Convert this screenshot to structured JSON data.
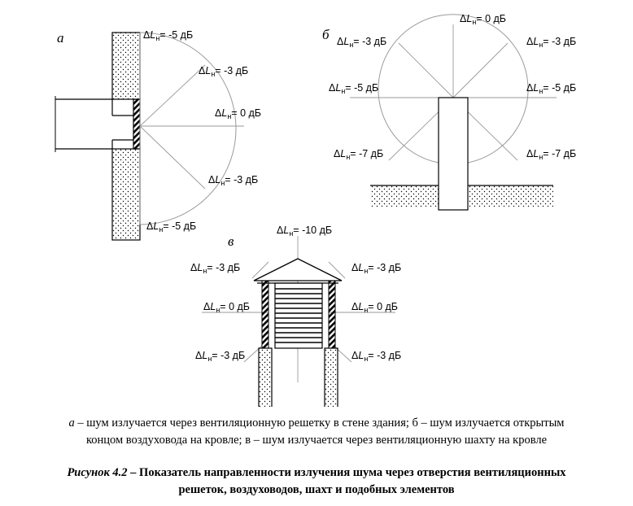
{
  "panels": {
    "a": {
      "letter": "а",
      "labels": [
        {
          "delta": "Δ",
          "L": "L",
          "sub": "н",
          "value": "= -5 дБ"
        },
        {
          "delta": "Δ",
          "L": "L",
          "sub": "н",
          "value": "= -3 дБ"
        },
        {
          "delta": "Δ",
          "L": "L",
          "sub": "н",
          "value": "= 0 дБ"
        },
        {
          "delta": "Δ",
          "L": "L",
          "sub": "н",
          "value": "= -3 дБ"
        },
        {
          "delta": "Δ",
          "L": "L",
          "sub": "н",
          "value": "= -5 дБ"
        }
      ]
    },
    "b": {
      "letter": "б",
      "labels": [
        {
          "delta": "Δ",
          "L": "L",
          "sub": "н",
          "value": "= 0 дБ"
        },
        {
          "delta": "Δ",
          "L": "L",
          "sub": "н",
          "value": "= -3 дБ"
        },
        {
          "delta": "Δ",
          "L": "L",
          "sub": "н",
          "value": "= -3 дБ"
        },
        {
          "delta": "Δ",
          "L": "L",
          "sub": "н",
          "value": "= -5 дБ"
        },
        {
          "delta": "Δ",
          "L": "L",
          "sub": "н",
          "value": "= -5 дБ"
        },
        {
          "delta": "Δ",
          "L": "L",
          "sub": "н",
          "value": "= -7 дБ"
        },
        {
          "delta": "Δ",
          "L": "L",
          "sub": "н",
          "value": "= -7 дБ"
        }
      ]
    },
    "v": {
      "letter": "в",
      "labels": [
        {
          "delta": "Δ",
          "L": "L",
          "sub": "н",
          "value": "= -10 дБ"
        },
        {
          "delta": "Δ",
          "L": "L",
          "sub": "н",
          "value": "= -3 дБ"
        },
        {
          "delta": "Δ",
          "L": "L",
          "sub": "н",
          "value": "= -3 дБ"
        },
        {
          "delta": "Δ",
          "L": "L",
          "sub": "н",
          "value": "= 0 дБ"
        },
        {
          "delta": "Δ",
          "L": "L",
          "sub": "н",
          "value": "= 0 дБ"
        },
        {
          "delta": "Δ",
          "L": "L",
          "sub": "н",
          "value": "= -3 дБ"
        },
        {
          "delta": "Δ",
          "L": "L",
          "sub": "н",
          "value": "= -3 дБ"
        }
      ]
    }
  },
  "caption": {
    "line1_letter_a": "а",
    "line1_rest": " – шум излучается через вентиляционную решетку в стене здания; б – шум излучается открытым",
    "line2": "концом воздуховода на кровле; в – шум излучается через вентиляционную шахту на кровле",
    "figure_label": "Рисунок 4.2",
    "figure_title_1": " – Показатель направленности излучения шума через отверстия вентиляционных",
    "figure_title_2": "решеток, воздуховодов, шахт и подобных элементов"
  }
}
